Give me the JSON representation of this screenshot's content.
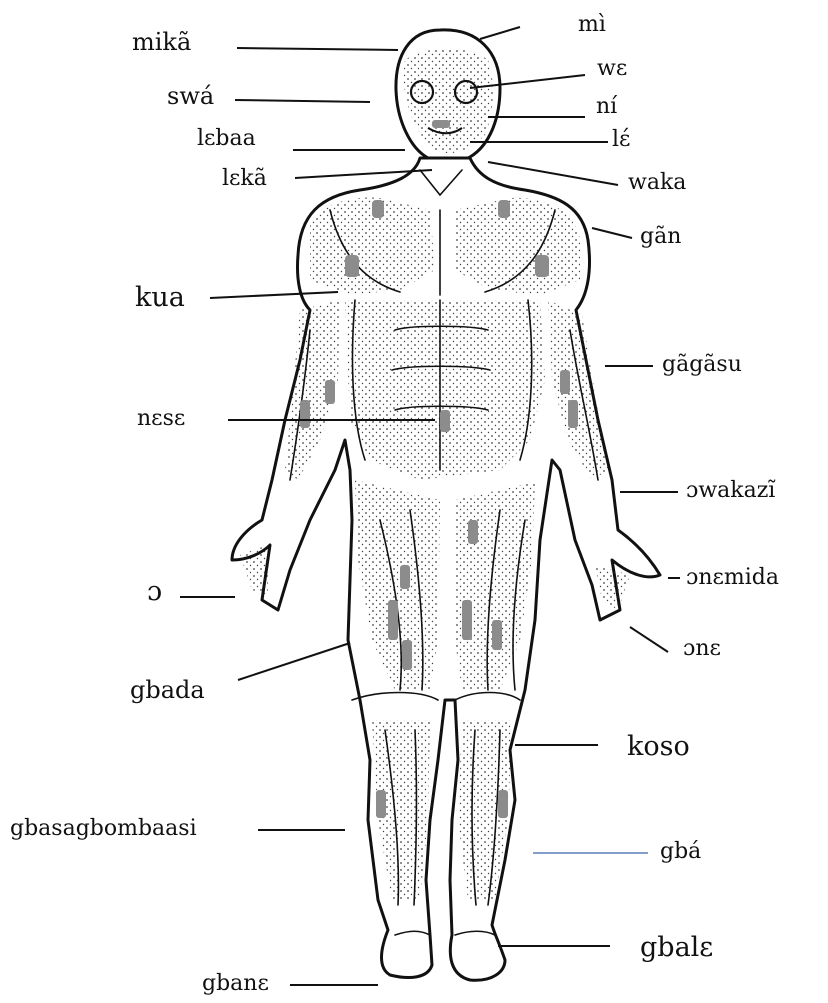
{
  "labels": {
    "head": "mikã",
    "crown": "mì",
    "eye": "wɛ",
    "temple": "swá",
    "nose": "ní",
    "cheek": "lɛbaa",
    "mouth": "lɛ́",
    "neck": "lɛkã",
    "shoulder_blade": "waka",
    "shoulder": "gãn",
    "chest": "kua",
    "upper_arm": "gãgãsu",
    "belly": "nɛsɛ",
    "forearm": "ɔwakazĩ",
    "hand": "ɔ",
    "palm": "ɔnɛmida",
    "fingers": "ɔnɛ",
    "thigh": "gbada",
    "knee": "koso",
    "shin": "gbasagbombaasi",
    "calf": "gbá",
    "ankle": "gbalɛ",
    "foot": "gbanɛ"
  },
  "colors": {
    "line": "#111111",
    "calf_line": "#5a7fb8",
    "shade": "#8c8c8c",
    "body_fill": "#ffffff"
  }
}
